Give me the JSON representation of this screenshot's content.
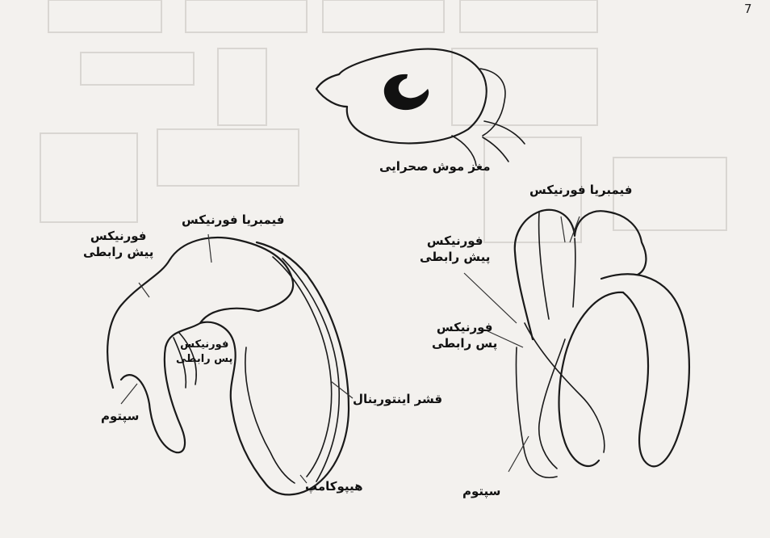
{
  "page_number": "7",
  "labels": {
    "gerbil_brain": "مغز موش صحرایی",
    "fimbria_left": "فیمبریا فورنیکس",
    "fimbria_right": "فیمبریا فورنیکس",
    "precommissural_left": "فورنیکس\nپیش رابطی",
    "precommissural_right": "فورنیکس\nپیش رابطی",
    "postcommissural_left": "فورنیکس\nپس رابطی",
    "postcommissural_right": "فورنیکس\nپس رابطی",
    "septum_left": "سپتوم",
    "septum_right": "سپتوم",
    "entorhinal": "قشر اینتورینال",
    "hippocampus": "هیپوکامپ"
  },
  "colors": {
    "ink": "#1a1a1a",
    "paper": "#f3f1ee",
    "bleed": "#d9d6d2"
  }
}
